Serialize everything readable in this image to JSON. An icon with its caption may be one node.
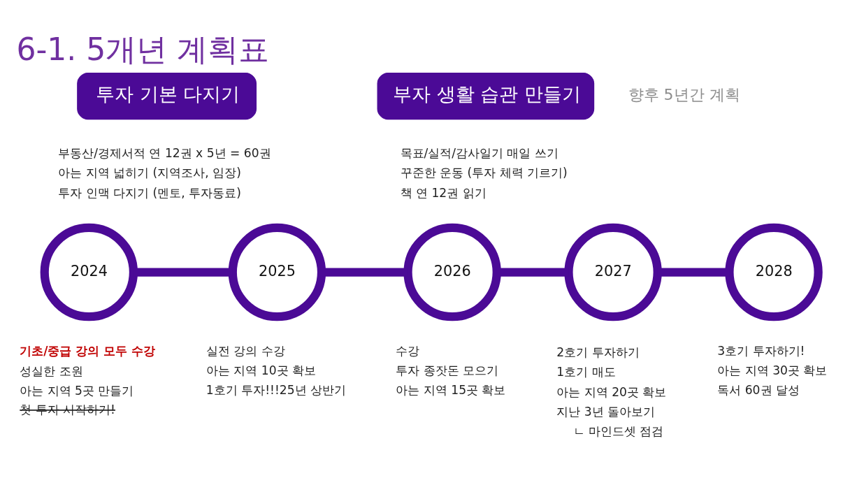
{
  "diagram": {
    "title": "6-1. 5개년 계획표",
    "nodes": [
      {
        "text": [
          "투자 기본 다지기"
        ],
        "beside": [
          "부동산/경제서적 연 12권 x 5년 = 60권",
          "아는 지역 넓히기 (지역조사, 임장)",
          "투자 인맥 다지기 (멘토, 투자동료)"
        ]
      },
      {
        "text": [
          "부자 생활 습관 만들기"
        ],
        "beside": [
          "목표/실적/감사일기 매일 쓰기",
          "꾸준한 운동 (투자 체력 기르기)",
          "책 연 12권 읽기"
        ]
      },
      {
        "text": [
          "2024"
        ],
        "beside": [
          "기초/중급 강의 모두 수강",
          "성실한 조원",
          "아는 지역 5곳 만들기",
          "첫 투자 시작하기!"
        ]
      },
      {
        "text": [
          "2025"
        ],
        "beside": [
          "실전 강의 수강",
          "아는 지역 10곳 확보",
          "1호기 투자!!!25년 상반기"
        ]
      },
      {
        "text": [
          "2026"
        ],
        "beside": [
          "수강",
          "투자 종잣돈 모으기",
          "아는 지역 15곳 확보"
        ]
      },
      {
        "text": [
          "2027"
        ],
        "beside": [
          "2호기 투자하기",
          "1호기 매도",
          "아는 지역 20곳 확보",
          "지난 3년 돌아보기",
          "ㄴ 마인드셋 점검"
        ]
      },
      {
        "text": [
          "2028"
        ],
        "beside": [
          "3호기 투자하기!",
          "아는 지역 30곳 확보",
          "독서 60권 달성"
        ]
      }
    ],
    "edges": [
      {
        "from": 2,
        "to": 3,
        "arrow": "none"
      },
      {
        "from": 3,
        "to": 4,
        "arrow": "none"
      },
      {
        "from": 4,
        "to": 5,
        "arrow": "none"
      },
      {
        "from": 5,
        "to": 6,
        "arrow": "none"
      }
    ],
    "labels": [
      "향후 5년간 계획"
    ]
  }
}
